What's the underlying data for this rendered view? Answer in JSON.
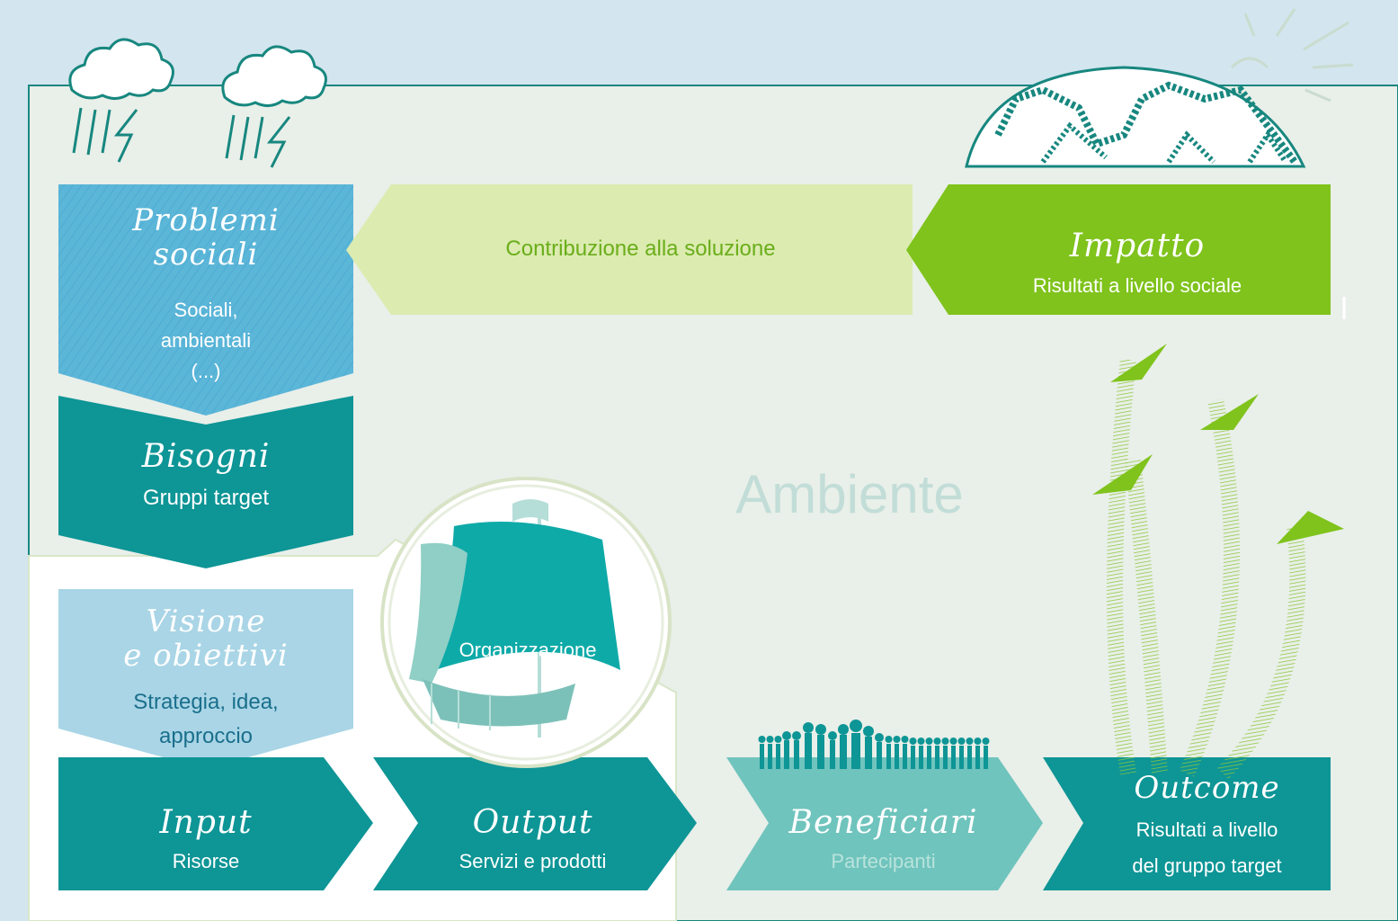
{
  "diagram": {
    "problemi": {
      "title_line1": "Problemi",
      "title_line2": "sociali",
      "sub_line1": "Sociali,",
      "sub_line2": "ambientali",
      "sub_line3": "(...)"
    },
    "contribuzione": {
      "text": "Contribuzione alla soluzione"
    },
    "impatto": {
      "title": "Impatto",
      "sub": "Risultati a livello sociale"
    },
    "bisogni": {
      "title": "Bisogni",
      "sub": "Gruppi target"
    },
    "ambiente": {
      "text": "Ambiente"
    },
    "organizzazione": {
      "text": "Organizzazione"
    },
    "visione": {
      "title_line1": "Visione",
      "title_line2": "e obiettivi",
      "sub_line1": "Strategia, idea,",
      "sub_line2": "approccio"
    },
    "input": {
      "title": "Input",
      "sub": "Risorse"
    },
    "output": {
      "title": "Output",
      "sub": "Servizi e prodotti"
    },
    "beneficiari": {
      "title": "Beneficiari",
      "sub": "Partecipanti"
    },
    "outcome": {
      "title": "Outcome",
      "sub_line1": "Risultati a livello",
      "sub_line2": "del gruppo target"
    }
  },
  "colors": {
    "teal": "#0e9596",
    "light_teal": "#6fc4bd",
    "light_blue": "#a9d5e6",
    "sky_blue": "#5bb6d8",
    "lime": "#7fc31c",
    "pale_lime": "#dcebb0",
    "ambient_bg": "#e9efe9",
    "line_green": "#17877f"
  }
}
